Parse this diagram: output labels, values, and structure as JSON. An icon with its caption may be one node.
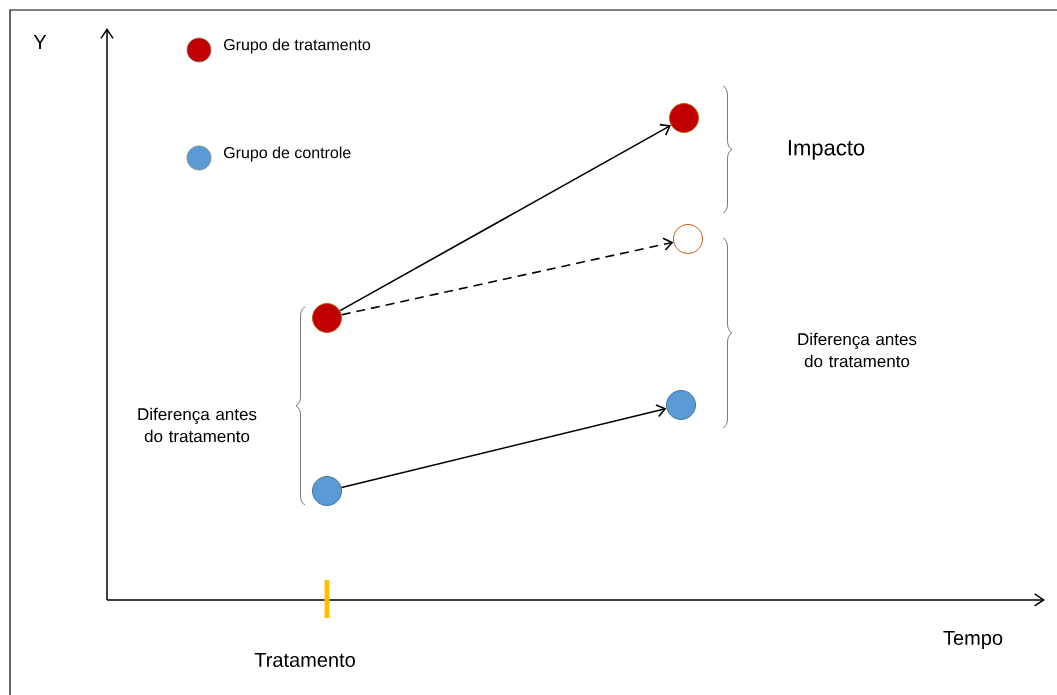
{
  "diagram": {
    "nodes": [
      {
        "text": [],
        "shape": "circle"
      },
      {
        "text": [],
        "shape": "circle"
      },
      {
        "text": [],
        "shape": "circle"
      },
      {
        "text": [],
        "shape": "circle"
      },
      {
        "text": [],
        "shape": "circle"
      }
    ],
    "edges": [
      {
        "from": 0,
        "to": 2,
        "arrow": "to"
      },
      {
        "from": 0,
        "to": 3,
        "arrow": "to",
        "style": "dashed"
      },
      {
        "from": 1,
        "to": 4,
        "arrow": "to"
      }
    ],
    "labels": [
      "Y",
      "Impacto",
      "Diferença antes do tratamento",
      "Diferença antes do tratamento",
      "Tempo",
      "Tratamento"
    ],
    "legend": [
      {
        "text": "Grupo de tratamento",
        "color": "#c00000"
      },
      {
        "text": "Grupo de controle",
        "color": "#5b9bd5"
      }
    ]
  }
}
